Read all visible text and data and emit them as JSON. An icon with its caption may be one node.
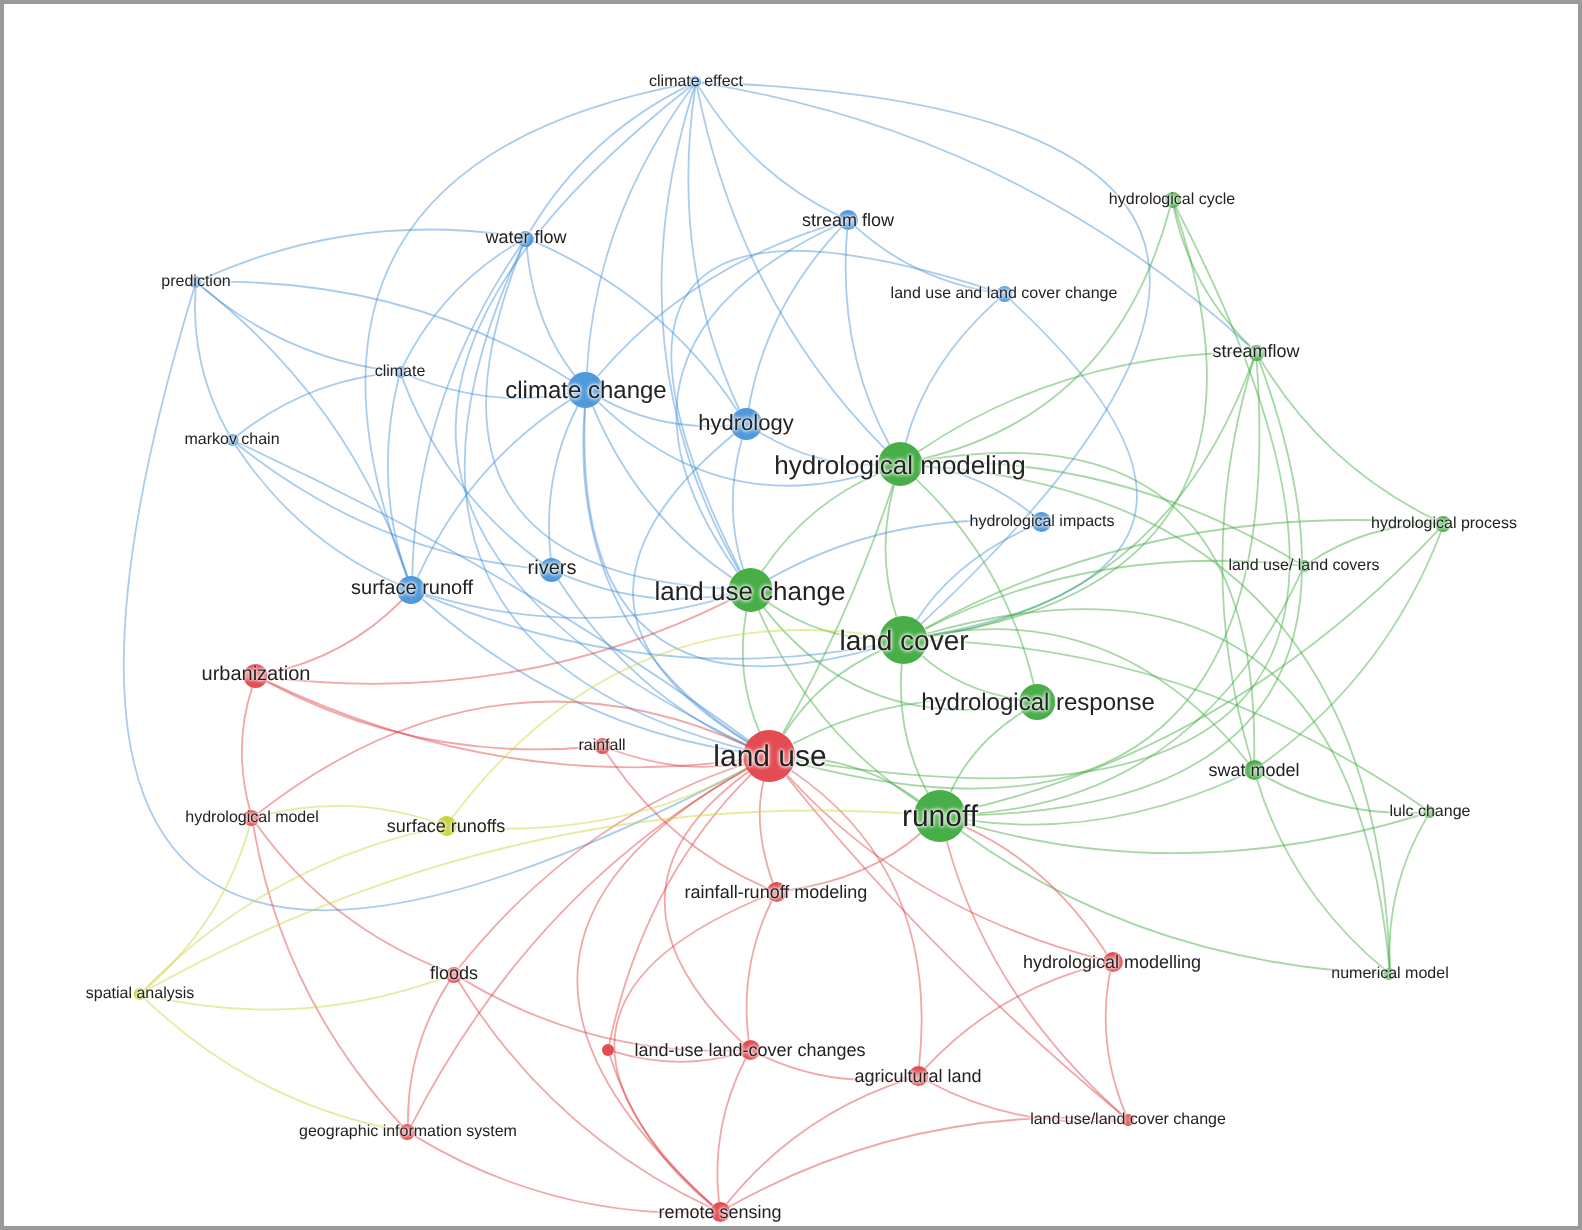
{
  "diagram": {
    "nodes": [
      {
        "text": [
          "climate effect"
        ]
      },
      {
        "text": [
          "stream flow"
        ]
      },
      {
        "text": [
          "hydrological cycle"
        ]
      },
      {
        "text": [
          "water flow"
        ]
      },
      {
        "text": [
          "prediction"
        ]
      },
      {
        "text": [
          "land use and land cover change"
        ]
      },
      {
        "text": [
          "streamflow"
        ]
      },
      {
        "text": [
          "climate"
        ]
      },
      {
        "text": [
          "climate change"
        ]
      },
      {
        "text": [
          "hydrology"
        ]
      },
      {
        "text": [
          "markov chain"
        ]
      },
      {
        "text": [
          "hydrological modeling"
        ]
      },
      {
        "text": [
          "hydrological impacts"
        ]
      },
      {
        "text": [
          "hydrological process"
        ]
      },
      {
        "text": [
          "land use/ land covers"
        ]
      },
      {
        "text": [
          "land use change"
        ]
      },
      {
        "text": [
          "rivers"
        ]
      },
      {
        "text": [
          "surface runoff"
        ]
      },
      {
        "text": [
          "land cover"
        ]
      },
      {
        "text": [
          "urbanization"
        ]
      },
      {
        "text": [
          "hydrological response"
        ]
      },
      {
        "text": [
          "rainfall"
        ]
      },
      {
        "text": [
          "land use"
        ]
      },
      {
        "text": [
          "runoff"
        ]
      },
      {
        "text": [
          "swat model"
        ]
      },
      {
        "text": [
          "hydrological model"
        ]
      },
      {
        "text": [
          "surface runoffs"
        ]
      },
      {
        "text": [
          "lulc change"
        ]
      },
      {
        "text": [
          "rainfall-runoff modeling"
        ]
      },
      {
        "text": [
          "hydrological modelling"
        ]
      },
      {
        "text": [
          "floods"
        ]
      },
      {
        "text": [
          "spatial analysis"
        ]
      },
      {
        "text": [
          "numerical model"
        ]
      },
      {
        "text": [],
        "shape": "circle"
      },
      {
        "text": [
          "land-use land-cover changes"
        ]
      },
      {
        "text": [
          "agricultural land"
        ]
      },
      {
        "text": [
          "geographic information system"
        ]
      },
      {
        "text": [
          "land use/land cover change"
        ]
      },
      {
        "text": [
          "remote sensing"
        ]
      }
    ],
    "edges": [
      {
        "from": 0,
        "to": 8,
        "arrow": "none",
        "color": "#3d8fd8"
      },
      {
        "from": 0,
        "to": 9,
        "arrow": "none",
        "color": "#3d8fd8"
      },
      {
        "from": 0,
        "to": 11,
        "arrow": "none",
        "color": "#3d8fd8"
      },
      {
        "from": 0,
        "to": 15,
        "arrow": "none",
        "color": "#3d8fd8"
      },
      {
        "from": 0,
        "to": 22,
        "arrow": "none",
        "color": "#3d8fd8"
      },
      {
        "from": 0,
        "to": 18,
        "arrow": "none",
        "color": "#3d8fd8"
      },
      {
        "from": 0,
        "to": 17,
        "arrow": "none",
        "color": "#3d8fd8"
      },
      {
        "from": 0,
        "to": 1,
        "arrow": "none",
        "color": "#3d8fd8"
      },
      {
        "from": 0,
        "to": 3,
        "arrow": "none",
        "color": "#3d8fd8"
      },
      {
        "from": 0,
        "to": 6,
        "arrow": "none",
        "color": "#3d8fd8"
      },
      {
        "from": 1,
        "to": 11,
        "arrow": "none",
        "color": "#3d8fd8"
      },
      {
        "from": 1,
        "to": 9,
        "arrow": "none",
        "color": "#3d8fd8"
      },
      {
        "from": 1,
        "to": 15,
        "arrow": "none",
        "color": "#3d8fd8"
      },
      {
        "from": 1,
        "to": 8,
        "arrow": "none",
        "color": "#3d8fd8"
      },
      {
        "from": 1,
        "to": 5,
        "arrow": "none",
        "color": "#3d8fd8"
      },
      {
        "from": 3,
        "to": 8,
        "arrow": "none",
        "color": "#3d8fd8"
      },
      {
        "from": 3,
        "to": 9,
        "arrow": "none",
        "color": "#3d8fd8"
      },
      {
        "from": 3,
        "to": 17,
        "arrow": "none",
        "color": "#3d8fd8"
      },
      {
        "from": 3,
        "to": 15,
        "arrow": "none",
        "color": "#3d8fd8"
      },
      {
        "from": 3,
        "to": 22,
        "arrow": "none",
        "color": "#3d8fd8"
      },
      {
        "from": 3,
        "to": 4,
        "arrow": "none",
        "color": "#3d8fd8"
      },
      {
        "from": 3,
        "to": 7,
        "arrow": "none",
        "color": "#3d8fd8"
      },
      {
        "from": 4,
        "to": 7,
        "arrow": "none",
        "color": "#3d8fd8"
      },
      {
        "from": 4,
        "to": 10,
        "arrow": "none",
        "color": "#3d8fd8"
      },
      {
        "from": 4,
        "to": 8,
        "arrow": "none",
        "color": "#3d8fd8"
      },
      {
        "from": 4,
        "to": 17,
        "arrow": "none",
        "color": "#3d8fd8"
      },
      {
        "from": 4,
        "to": 22,
        "arrow": "none",
        "color": "#3d8fd8"
      },
      {
        "from": 5,
        "to": 11,
        "arrow": "none",
        "color": "#3d8fd8"
      },
      {
        "from": 5,
        "to": 15,
        "arrow": "none",
        "color": "#3d8fd8"
      },
      {
        "from": 5,
        "to": 18,
        "arrow": "none",
        "color": "#3d8fd8"
      },
      {
        "from": 7,
        "to": 8,
        "arrow": "none",
        "color": "#3d8fd8"
      },
      {
        "from": 7,
        "to": 10,
        "arrow": "none",
        "color": "#3d8fd8"
      },
      {
        "from": 7,
        "to": 17,
        "arrow": "none",
        "color": "#3d8fd8"
      },
      {
        "from": 7,
        "to": 16,
        "arrow": "none",
        "color": "#3d8fd8"
      },
      {
        "from": 8,
        "to": 9,
        "arrow": "none",
        "color": "#3d8fd8"
      },
      {
        "from": 8,
        "to": 15,
        "arrow": "none",
        "color": "#3d8fd8"
      },
      {
        "from": 8,
        "to": 22,
        "arrow": "none",
        "color": "#3d8fd8"
      },
      {
        "from": 8,
        "to": 17,
        "arrow": "none",
        "color": "#3d8fd8"
      },
      {
        "from": 8,
        "to": 16,
        "arrow": "none",
        "color": "#3d8fd8"
      },
      {
        "from": 8,
        "to": 18,
        "arrow": "none",
        "color": "#3d8fd8"
      },
      {
        "from": 8,
        "to": 11,
        "arrow": "none",
        "color": "#3d8fd8"
      },
      {
        "from": 9,
        "to": 11,
        "arrow": "none",
        "color": "#3d8fd8"
      },
      {
        "from": 9,
        "to": 15,
        "arrow": "none",
        "color": "#3d8fd8"
      },
      {
        "from": 9,
        "to": 22,
        "arrow": "none",
        "color": "#3d8fd8"
      },
      {
        "from": 10,
        "to": 17,
        "arrow": "none",
        "color": "#3d8fd8"
      },
      {
        "from": 10,
        "to": 22,
        "arrow": "none",
        "color": "#3d8fd8"
      },
      {
        "from": 10,
        "to": 16,
        "arrow": "none",
        "color": "#3d8fd8"
      },
      {
        "from": 12,
        "to": 11,
        "arrow": "none",
        "color": "#3d8fd8"
      },
      {
        "from": 12,
        "to": 18,
        "arrow": "none",
        "color": "#3d8fd8"
      },
      {
        "from": 12,
        "to": 15,
        "arrow": "none",
        "color": "#3d8fd8"
      },
      {
        "from": 16,
        "to": 15,
        "arrow": "none",
        "color": "#3d8fd8"
      },
      {
        "from": 16,
        "to": 22,
        "arrow": "none",
        "color": "#3d8fd8"
      },
      {
        "from": 17,
        "to": 22,
        "arrow": "none",
        "color": "#3d8fd8"
      },
      {
        "from": 17,
        "to": 15,
        "arrow": "none",
        "color": "#3d8fd8"
      },
      {
        "from": 17,
        "to": 18,
        "arrow": "none",
        "color": "#3d8fd8"
      },
      {
        "from": 2,
        "to": 6,
        "arrow": "none",
        "color": "#3aa83a"
      },
      {
        "from": 2,
        "to": 11,
        "arrow": "none",
        "color": "#3aa83a"
      },
      {
        "from": 2,
        "to": 18,
        "arrow": "none",
        "color": "#3aa83a"
      },
      {
        "from": 2,
        "to": 22,
        "arrow": "none",
        "color": "#3aa83a"
      },
      {
        "from": 6,
        "to": 11,
        "arrow": "none",
        "color": "#3aa83a"
      },
      {
        "from": 6,
        "to": 18,
        "arrow": "none",
        "color": "#3aa83a"
      },
      {
        "from": 6,
        "to": 23,
        "arrow": "none",
        "color": "#3aa83a"
      },
      {
        "from": 6,
        "to": 24,
        "arrow": "none",
        "color": "#3aa83a"
      },
      {
        "from": 6,
        "to": 13,
        "arrow": "none",
        "color": "#3aa83a"
      },
      {
        "from": 6,
        "to": 22,
        "arrow": "none",
        "color": "#3aa83a"
      },
      {
        "from": 11,
        "to": 15,
        "arrow": "none",
        "color": "#3aa83a"
      },
      {
        "from": 11,
        "to": 18,
        "arrow": "none",
        "color": "#3aa83a"
      },
      {
        "from": 11,
        "to": 22,
        "arrow": "none",
        "color": "#3aa83a"
      },
      {
        "from": 11,
        "to": 20,
        "arrow": "none",
        "color": "#3aa83a"
      },
      {
        "from": 13,
        "to": 18,
        "arrow": "none",
        "color": "#3aa83a"
      },
      {
        "from": 13,
        "to": 23,
        "arrow": "none",
        "color": "#3aa83a"
      },
      {
        "from": 13,
        "to": 24,
        "arrow": "none",
        "color": "#3aa83a"
      },
      {
        "from": 13,
        "to": 14,
        "arrow": "none",
        "color": "#3aa83a"
      },
      {
        "from": 14,
        "to": 18,
        "arrow": "none",
        "color": "#3aa83a"
      },
      {
        "from": 14,
        "to": 23,
        "arrow": "none",
        "color": "#3aa83a"
      },
      {
        "from": 14,
        "to": 11,
        "arrow": "none",
        "color": "#3aa83a"
      },
      {
        "from": 15,
        "to": 18,
        "arrow": "none",
        "color": "#3aa83a"
      },
      {
        "from": 15,
        "to": 22,
        "arrow": "none",
        "color": "#3aa83a"
      },
      {
        "from": 15,
        "to": 23,
        "arrow": "none",
        "color": "#3aa83a"
      },
      {
        "from": 15,
        "to": 20,
        "arrow": "none",
        "color": "#3aa83a"
      },
      {
        "from": 18,
        "to": 20,
        "arrow": "none",
        "color": "#3aa83a"
      },
      {
        "from": 18,
        "to": 22,
        "arrow": "none",
        "color": "#3aa83a"
      },
      {
        "from": 18,
        "to": 23,
        "arrow": "none",
        "color": "#3aa83a"
      },
      {
        "from": 20,
        "to": 23,
        "arrow": "none",
        "color": "#3aa83a"
      },
      {
        "from": 20,
        "to": 22,
        "arrow": "none",
        "color": "#3aa83a"
      },
      {
        "from": 23,
        "to": 24,
        "arrow": "none",
        "color": "#3aa83a"
      },
      {
        "from": 23,
        "to": 27,
        "arrow": "none",
        "color": "#3aa83a"
      },
      {
        "from": 23,
        "to": 32,
        "arrow": "none",
        "color": "#3aa83a"
      },
      {
        "from": 23,
        "to": 22,
        "arrow": "none",
        "color": "#3aa83a"
      },
      {
        "from": 24,
        "to": 27,
        "arrow": "none",
        "color": "#3aa83a"
      },
      {
        "from": 24,
        "to": 32,
        "arrow": "none",
        "color": "#3aa83a"
      },
      {
        "from": 24,
        "to": 18,
        "arrow": "none",
        "color": "#3aa83a"
      },
      {
        "from": 24,
        "to": 11,
        "arrow": "none",
        "color": "#3aa83a"
      },
      {
        "from": 27,
        "to": 32,
        "arrow": "none",
        "color": "#3aa83a"
      },
      {
        "from": 27,
        "to": 18,
        "arrow": "none",
        "color": "#3aa83a"
      },
      {
        "from": 32,
        "to": 18,
        "arrow": "none",
        "color": "#3aa83a"
      },
      {
        "from": 32,
        "to": 11,
        "arrow": "none",
        "color": "#3aa83a"
      },
      {
        "from": 19,
        "to": 22,
        "arrow": "none",
        "color": "#e0393e"
      },
      {
        "from": 19,
        "to": 25,
        "arrow": "none",
        "color": "#e0393e"
      },
      {
        "from": 19,
        "to": 15,
        "arrow": "none",
        "color": "#e0393e"
      },
      {
        "from": 19,
        "to": 17,
        "arrow": "none",
        "color": "#e0393e"
      },
      {
        "from": 19,
        "to": 21,
        "arrow": "none",
        "color": "#e0393e"
      },
      {
        "from": 21,
        "to": 22,
        "arrow": "none",
        "color": "#e0393e"
      },
      {
        "from": 21,
        "to": 28,
        "arrow": "none",
        "color": "#e0393e"
      },
      {
        "from": 22,
        "to": 28,
        "arrow": "none",
        "color": "#e0393e"
      },
      {
        "from": 22,
        "to": 25,
        "arrow": "none",
        "color": "#e0393e"
      },
      {
        "from": 22,
        "to": 30,
        "arrow": "none",
        "color": "#e0393e"
      },
      {
        "from": 22,
        "to": 34,
        "arrow": "none",
        "color": "#e0393e"
      },
      {
        "from": 22,
        "to": 35,
        "arrow": "none",
        "color": "#e0393e"
      },
      {
        "from": 22,
        "to": 36,
        "arrow": "none",
        "color": "#e0393e"
      },
      {
        "from": 22,
        "to": 38,
        "arrow": "none",
        "color": "#e0393e"
      },
      {
        "from": 22,
        "to": 37,
        "arrow": "none",
        "color": "#e0393e"
      },
      {
        "from": 22,
        "to": 29,
        "arrow": "none",
        "color": "#e0393e"
      },
      {
        "from": 22,
        "to": 33,
        "arrow": "none",
        "color": "#e0393e"
      },
      {
        "from": 25,
        "to": 30,
        "arrow": "none",
        "color": "#e0393e"
      },
      {
        "from": 25,
        "to": 36,
        "arrow": "none",
        "color": "#e0393e"
      },
      {
        "from": 28,
        "to": 23,
        "arrow": "none",
        "color": "#e0393e"
      },
      {
        "from": 28,
        "to": 34,
        "arrow": "none",
        "color": "#e0393e"
      },
      {
        "from": 28,
        "to": 38,
        "arrow": "none",
        "color": "#e0393e"
      },
      {
        "from": 29,
        "to": 23,
        "arrow": "none",
        "color": "#e0393e"
      },
      {
        "from": 29,
        "to": 37,
        "arrow": "none",
        "color": "#e0393e"
      },
      {
        "from": 29,
        "to": 35,
        "arrow": "none",
        "color": "#e0393e"
      },
      {
        "from": 30,
        "to": 36,
        "arrow": "none",
        "color": "#e0393e"
      },
      {
        "from": 30,
        "to": 38,
        "arrow": "none",
        "color": "#e0393e"
      },
      {
        "from": 30,
        "to": 34,
        "arrow": "none",
        "color": "#e0393e"
      },
      {
        "from": 33,
        "to": 38,
        "arrow": "none",
        "color": "#e0393e"
      },
      {
        "from": 33,
        "to": 34,
        "arrow": "none",
        "color": "#e0393e"
      },
      {
        "from": 34,
        "to": 38,
        "arrow": "none",
        "color": "#e0393e"
      },
      {
        "from": 34,
        "to": 35,
        "arrow": "none",
        "color": "#e0393e"
      },
      {
        "from": 35,
        "to": 38,
        "arrow": "none",
        "color": "#e0393e"
      },
      {
        "from": 35,
        "to": 37,
        "arrow": "none",
        "color": "#e0393e"
      },
      {
        "from": 36,
        "to": 38,
        "arrow": "none",
        "color": "#e0393e"
      },
      {
        "from": 37,
        "to": 38,
        "arrow": "none",
        "color": "#e0393e"
      },
      {
        "from": 37,
        "to": 23,
        "arrow": "none",
        "color": "#e0393e"
      },
      {
        "from": 26,
        "to": 22,
        "arrow": "none",
        "color": "#c9d32a"
      },
      {
        "from": 26,
        "to": 31,
        "arrow": "none",
        "color": "#c9d32a"
      },
      {
        "from": 26,
        "to": 18,
        "arrow": "none",
        "color": "#c9d32a"
      },
      {
        "from": 26,
        "to": 25,
        "arrow": "none",
        "color": "#c9d32a"
      },
      {
        "from": 31,
        "to": 25,
        "arrow": "none",
        "color": "#c9d32a"
      },
      {
        "from": 31,
        "to": 36,
        "arrow": "none",
        "color": "#c9d32a"
      },
      {
        "from": 31,
        "to": 30,
        "arrow": "none",
        "color": "#c9d32a"
      },
      {
        "from": 31,
        "to": 23,
        "arrow": "none",
        "color": "#c9d32a"
      }
    ]
  }
}
